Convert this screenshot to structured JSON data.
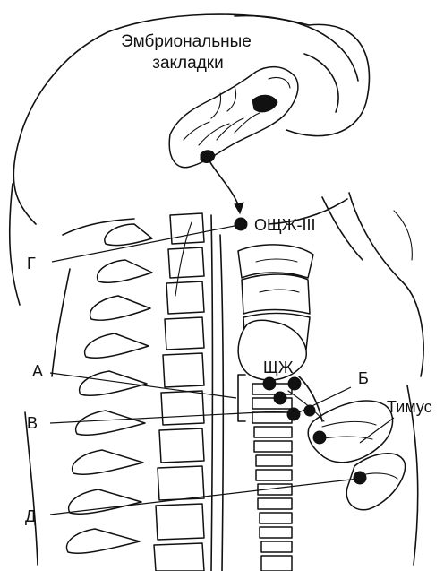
{
  "labels": {
    "embryo_title": "Эмбриональные",
    "embryo_subtitle": "закладки",
    "oschzh": "ОЩЖ-III",
    "g": "Г",
    "a": "А",
    "b": "Б",
    "v": "В",
    "d": "Д",
    "schzh": "ЩЖ",
    "thymus": "Тимус"
  },
  "colors": {
    "ink": "#111111",
    "background": "#ffffff"
  }
}
